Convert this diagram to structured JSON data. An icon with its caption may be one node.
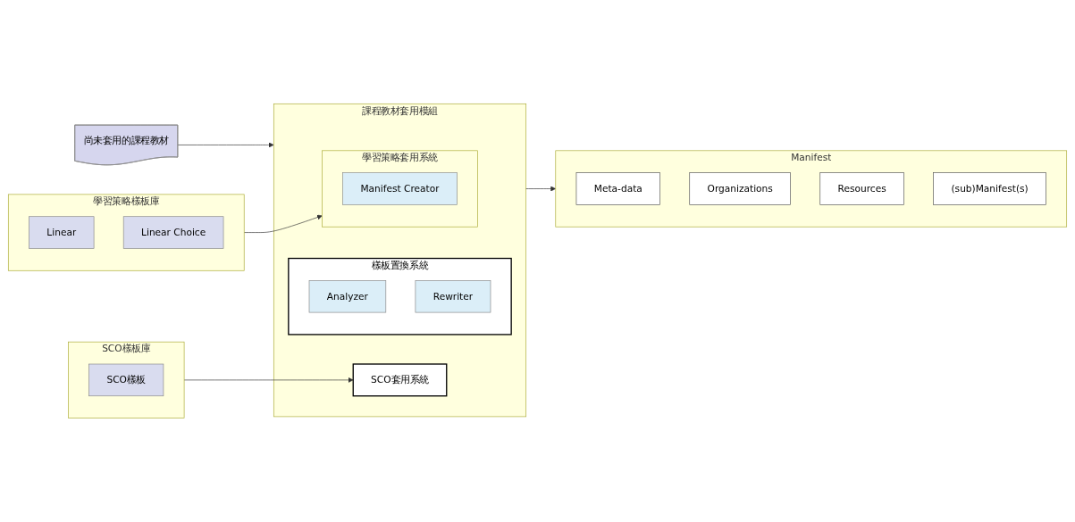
{
  "diagram": {
    "nodes": [
      {
        "text": [
          "尚未套用的課程教材"
        ]
      },
      {
        "text": [
          "課程教材套用模組"
        ]
      },
      {
        "text": [
          "樣板置換系統"
        ],
        "in": 1
      },
      {
        "text": [
          "Analyzer"
        ],
        "in": 2
      },
      {
        "text": [
          "Rewriter"
        ],
        "in": 2
      },
      {
        "text": [
          "SCO套用系統"
        ],
        "in": 1
      },
      {
        "text": [
          "學習策略套用系統"
        ],
        "in": 1
      },
      {
        "text": [
          "Manifest Creator"
        ],
        "in": 6
      },
      {
        "text": [
          "SCO樣板庫"
        ]
      },
      {
        "text": [
          "SCO樣板"
        ],
        "in": 8
      },
      {
        "text": [
          "學習策略樣板庫"
        ]
      },
      {
        "text": [
          "Linear"
        ],
        "in": 10
      },
      {
        "text": [
          "Linear Choice"
        ],
        "in": 10
      },
      {
        "text": [
          "Manifest"
        ]
      },
      {
        "text": [
          "Meta-data"
        ],
        "in": 13
      },
      {
        "text": [
          "Organizations"
        ],
        "in": 13
      },
      {
        "text": [
          "Resources"
        ],
        "in": 13
      },
      {
        "text": [
          "(sub)Manifest(s)"
        ],
        "in": 13
      }
    ],
    "edges": [
      {
        "from": 0,
        "to": 1,
        "arrow": "to"
      },
      {
        "from": 8,
        "to": 5,
        "arrow": "to"
      },
      {
        "from": 10,
        "to": 6,
        "arrow": "to"
      },
      {
        "from": 1,
        "to": 13,
        "arrow": "to"
      }
    ]
  }
}
